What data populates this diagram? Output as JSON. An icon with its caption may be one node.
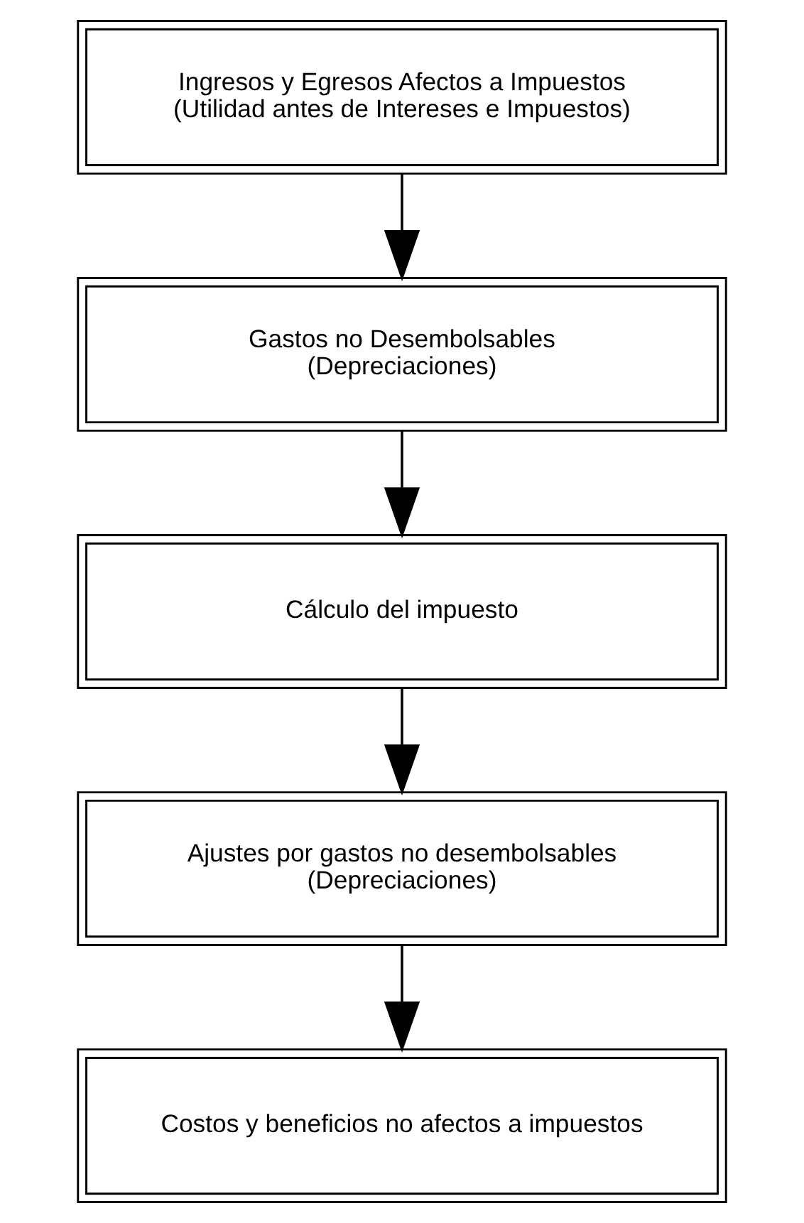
{
  "diagram": {
    "nodes": [
      {
        "text": [
          "Ingresos y Egresos Afectos a Impuestos",
          "(Utilidad antes de Intereses e Impuestos)"
        ]
      },
      {
        "text": [
          "Gastos no Desembolsables",
          "(Depreciaciones)"
        ]
      },
      {
        "text": [
          "Cálculo del impuesto"
        ]
      },
      {
        "text": [
          "Ajustes por gastos no desembolsables",
          "(Depreciaciones)"
        ]
      },
      {
        "text": [
          "Costos y beneficios no afectos a impuestos"
        ]
      }
    ],
    "edges": [
      {
        "from": 0,
        "to": 1,
        "arrow": "to"
      },
      {
        "from": 1,
        "to": 2,
        "arrow": "to"
      },
      {
        "from": 2,
        "to": 3,
        "arrow": "to"
      },
      {
        "from": 3,
        "to": 4,
        "arrow": "to"
      }
    ]
  }
}
